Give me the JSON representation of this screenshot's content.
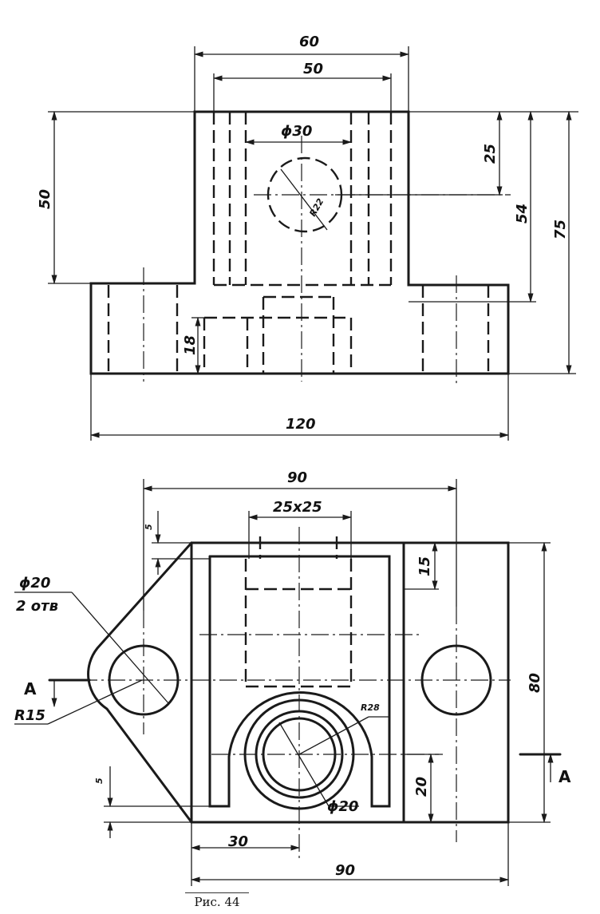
{
  "front_view": {
    "dim_60": "60",
    "dim_50_top": "50",
    "dim_phi30": "ϕ30",
    "dim_r22": "R22",
    "dim_25": "25",
    "dim_54": "54",
    "dim_75": "75",
    "dim_50_left": "50",
    "dim_18": "18",
    "dim_120": "120"
  },
  "top_view": {
    "dim_90_top": "90",
    "dim_25x25": "25x25",
    "dim_5_top": "5",
    "dim_15": "15",
    "hole_label": "ϕ20",
    "hole_count": "2 отв",
    "section_a_left": "A",
    "dim_r15": "R15",
    "dim_80": "80",
    "dim_r28": "R28",
    "section_a_right": "A",
    "dim_5_bottom": "5",
    "dim_20": "20",
    "dim_phi20": "ϕ20",
    "dim_30": "30",
    "dim_90_bottom": "90"
  },
  "caption": "Рис. 44"
}
